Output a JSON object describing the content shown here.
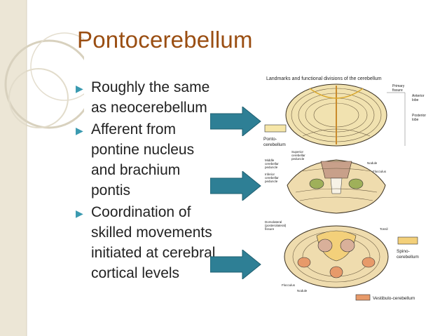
{
  "slide": {
    "title": "Pontocerebellum",
    "bullets": [
      {
        "lines": [
          "Roughly the same",
          "as neocerebellum"
        ]
      },
      {
        "lines": [
          "Afferent from",
          "pontine nucleus",
          "and brachium",
          "pontis"
        ]
      },
      {
        "lines": [
          "Coordination of",
          "skilled movements",
          "initiated at cerebral",
          "cortical levels"
        ]
      }
    ]
  },
  "figure": {
    "title": "Landmarks and functional divisions of the cerebellum",
    "labels": {
      "primary_fissure": [
        "Primary",
        "fissure"
      ],
      "anterior_lobe": [
        "Anterior",
        "lobe"
      ],
      "posterior_lobe": [
        "Posterior",
        "lobe"
      ],
      "superior_peduncle": [
        "Superior",
        "cerebellar",
        "peduncle"
      ],
      "middle_peduncle": [
        "Middle",
        "cerebellar",
        "peduncle"
      ],
      "inferior_peduncle": [
        "Inferior",
        "cerebellar",
        "peduncle"
      ],
      "nodule_top": "Nodule",
      "flocculus_top": "Flocculus",
      "dorsolateral_fissure": [
        "Dorsolateral",
        "(posterolateral)",
        "fissure"
      ],
      "tonsil": "Tonsil",
      "flocculus_bottom": "Flocculus",
      "nodule_bottom": "Nodule"
    },
    "legend": {
      "ponto": [
        "Ponto-",
        "cerebellum"
      ],
      "spino": [
        "Spino-",
        "cerebellum"
      ],
      "vestibulo": "Vestibulo-cerebellum"
    }
  },
  "colors": {
    "title": "#9a4e12",
    "bullet_marker": "#3a9ab0",
    "arrow_fill": "#2e7f95",
    "ponto": "#f6e6a8",
    "spino": "#f3d07a",
    "vestibulo": "#e79a6a"
  }
}
